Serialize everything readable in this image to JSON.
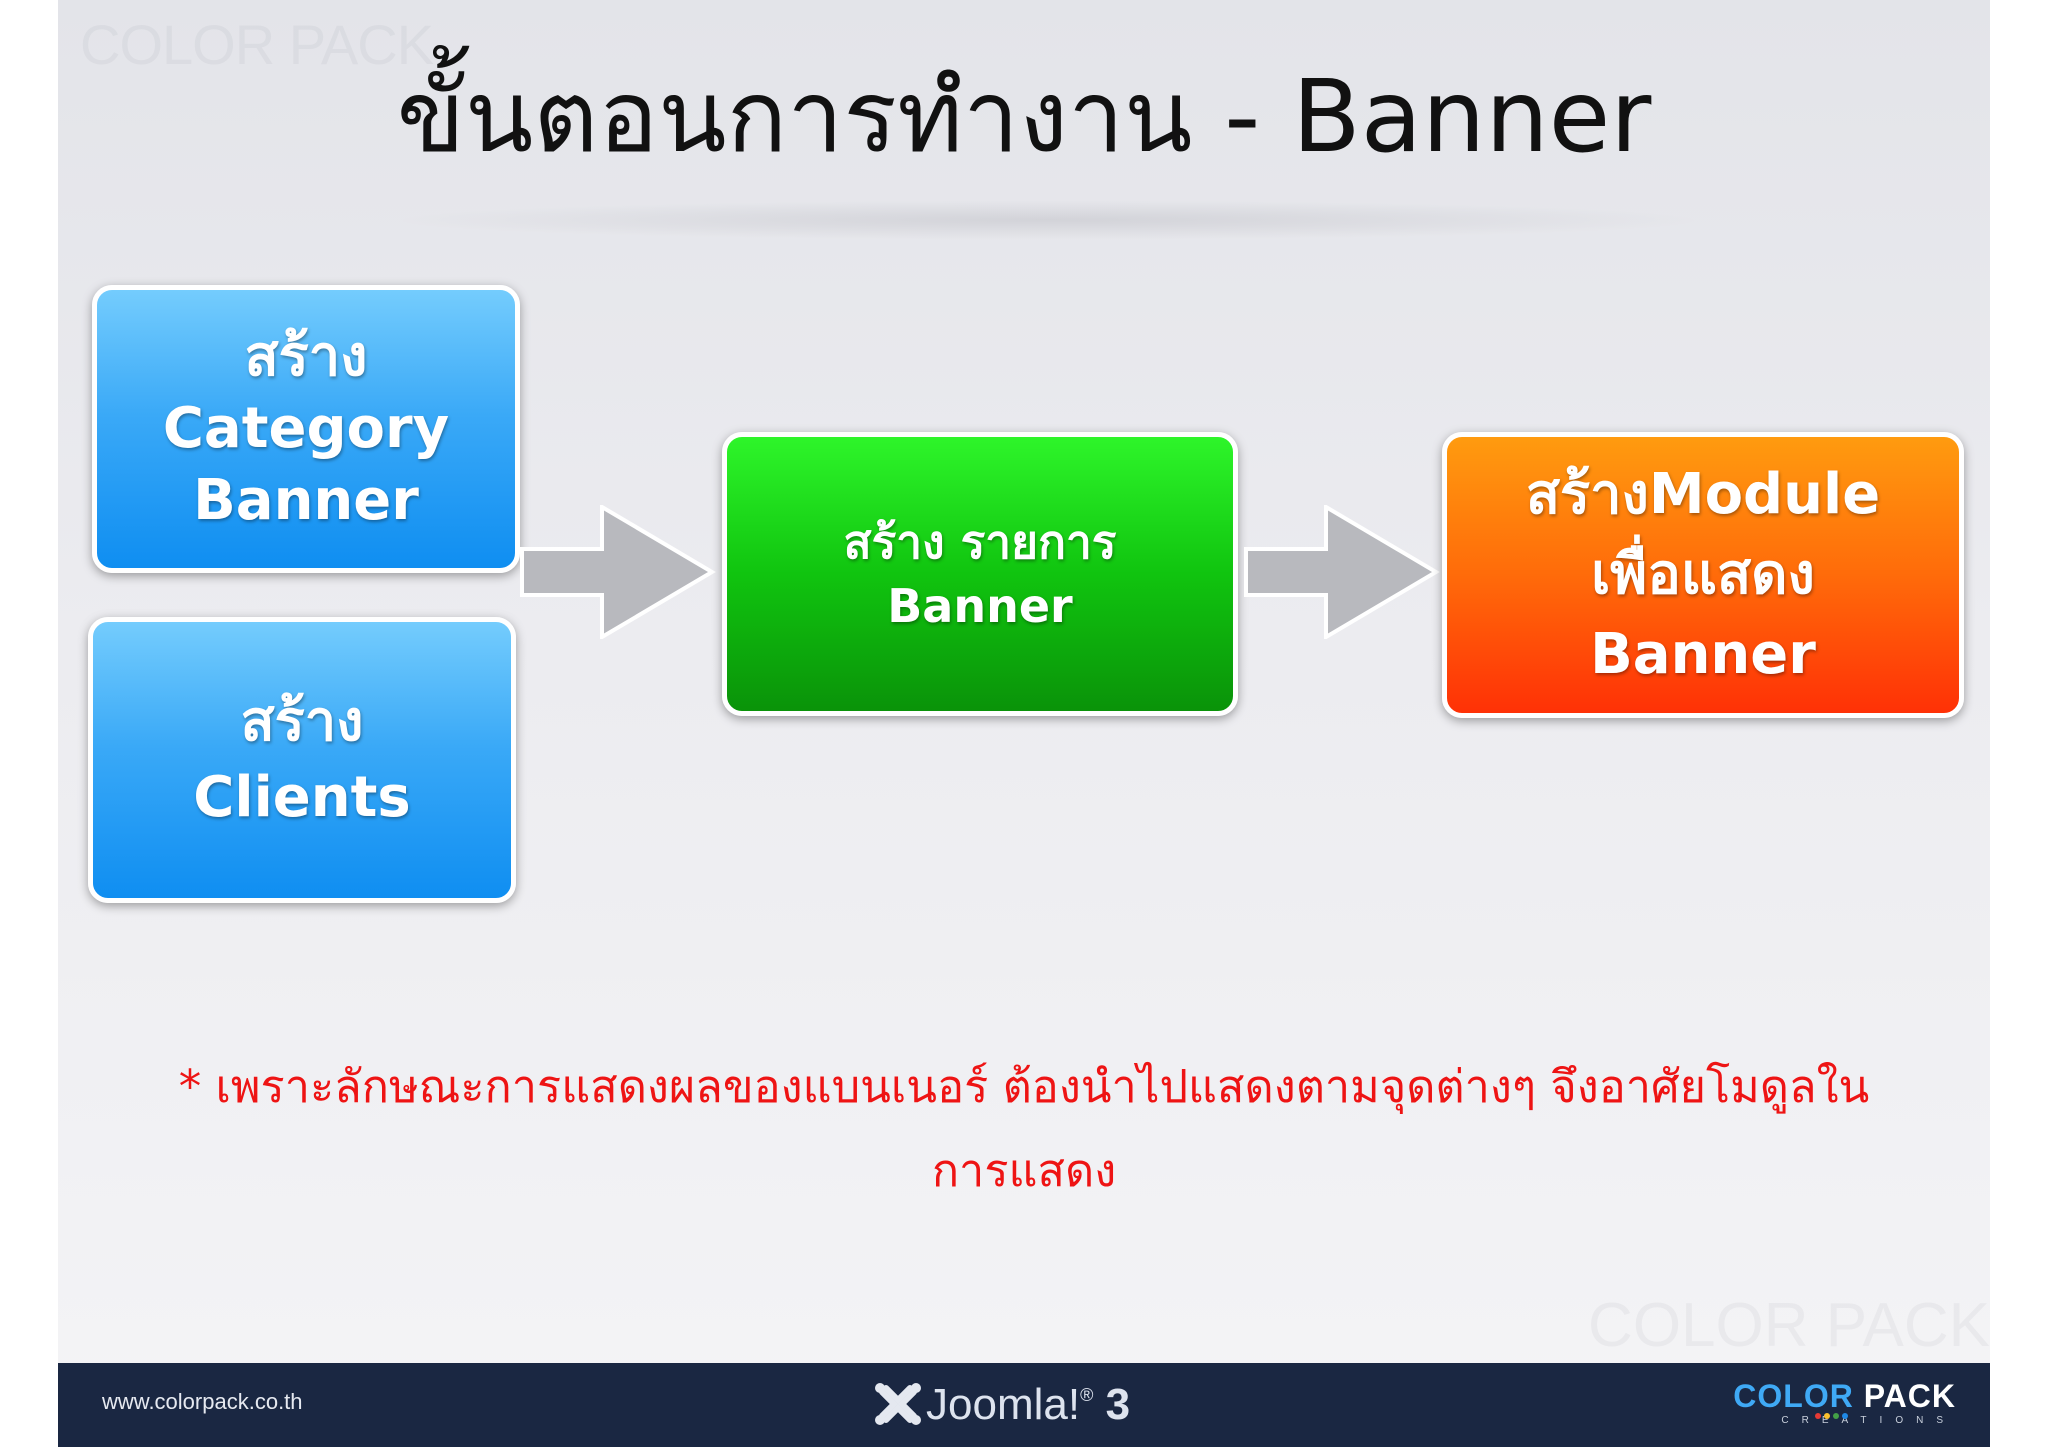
{
  "slide": {
    "watermark_top": "COLOR PACK",
    "watermark_bottom": "COLOR PACK",
    "title": "ขั้นตอนการทำงาน - Banner"
  },
  "boxes": {
    "category": {
      "line1": "สร้าง",
      "line2": "Category",
      "line3": "Banner",
      "color": "#1E9CF5"
    },
    "clients": {
      "line1": "สร้าง",
      "line2": "Clients",
      "color": "#1E9CF5"
    },
    "banner_item": {
      "line1": "สร้าง รายการ",
      "line2": "Banner",
      "color": "#12B812"
    },
    "module": {
      "line1": "สร้างModule",
      "line2": "เพื่อแสดง",
      "line3": "Banner",
      "color": "#FF5A08"
    }
  },
  "arrows": [
    {
      "from": "category_and_clients",
      "to": "banner_item",
      "color": "#B8B9BE"
    },
    {
      "from": "banner_item",
      "to": "module",
      "color": "#B8B9BE"
    }
  ],
  "note": {
    "line1": "* เพราะลักษณะการแสดงผลของแบนเนอร์ ต้องนำไปแสดงตามจุดต่างๆ จึงอาศัยโมดูลใน",
    "line2": "การแสดง",
    "color": "#EE1414"
  },
  "footer": {
    "url": "www.colorpack.co.th",
    "joomla_text": "Joomla!",
    "joomla_version": "3",
    "logo_name_part1": "COLOR",
    "logo_name_part2": "PACK",
    "logo_subtitle": "CREATIONS",
    "background": "#1A2742"
  }
}
